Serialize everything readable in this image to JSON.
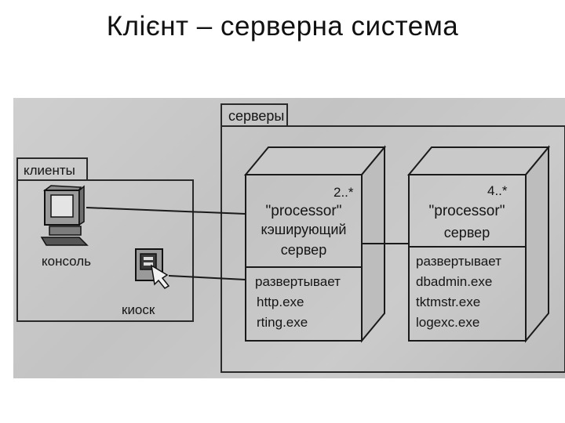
{
  "title": "Клієнт – серверна система",
  "diagram": {
    "servers_package": {
      "label": "серверы"
    },
    "clients_package": {
      "label": "клиенты"
    },
    "clients": [
      {
        "name": "консоль",
        "icon": "desktop-computer-icon"
      },
      {
        "name": "киоск",
        "icon": "kiosk-terminal-icon"
      }
    ],
    "nodes": [
      {
        "multiplicity": "2..*",
        "stereotype": "\"processor\"",
        "name_line1": "кэширующий",
        "name_line2": "сервер",
        "deploys_label": "развертывает",
        "artifacts": [
          "http.exe",
          "rting.exe"
        ]
      },
      {
        "multiplicity": "4..*",
        "stereotype": "\"processor\"",
        "name_line1": "сервер",
        "deploys_label": "развертывает",
        "artifacts": [
          "dbadmin.exe",
          "tktmstr.exe",
          "logexc.exe"
        ]
      }
    ]
  }
}
